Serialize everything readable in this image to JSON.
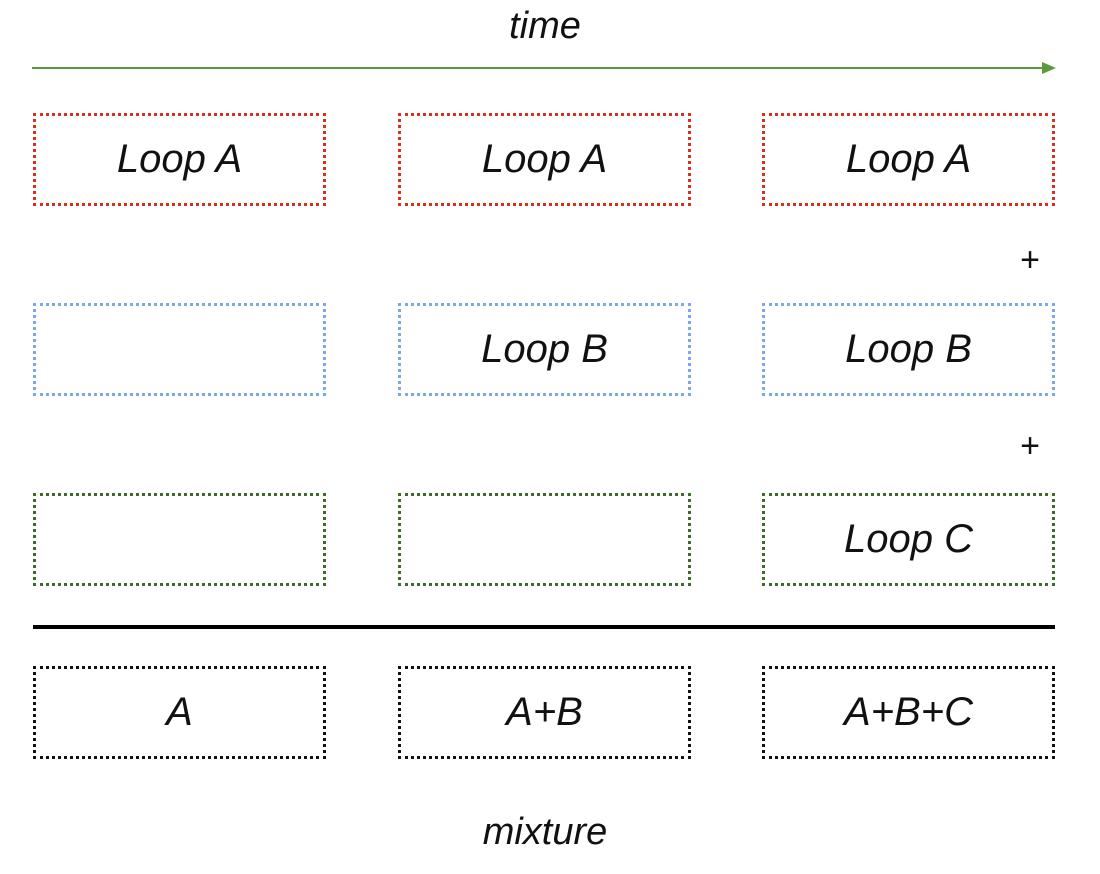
{
  "time_label": "time",
  "mixture_label": "mixture",
  "colors": {
    "arrow": "#5a9a3a",
    "loop_a": "#d7311b",
    "loop_b": "#7aa8e8",
    "loop_c": "#3e6a2a",
    "mixture": "#111111"
  },
  "rows": {
    "loop_a": [
      "Loop A",
      "Loop A",
      "Loop A"
    ],
    "loop_b": [
      "",
      "Loop B",
      "Loop B"
    ],
    "loop_c": [
      "",
      "",
      "Loop C"
    ],
    "mixture": [
      "A",
      "A+B",
      "A+B+C"
    ]
  },
  "operators": {
    "plus_1": "+",
    "plus_2": "+"
  }
}
